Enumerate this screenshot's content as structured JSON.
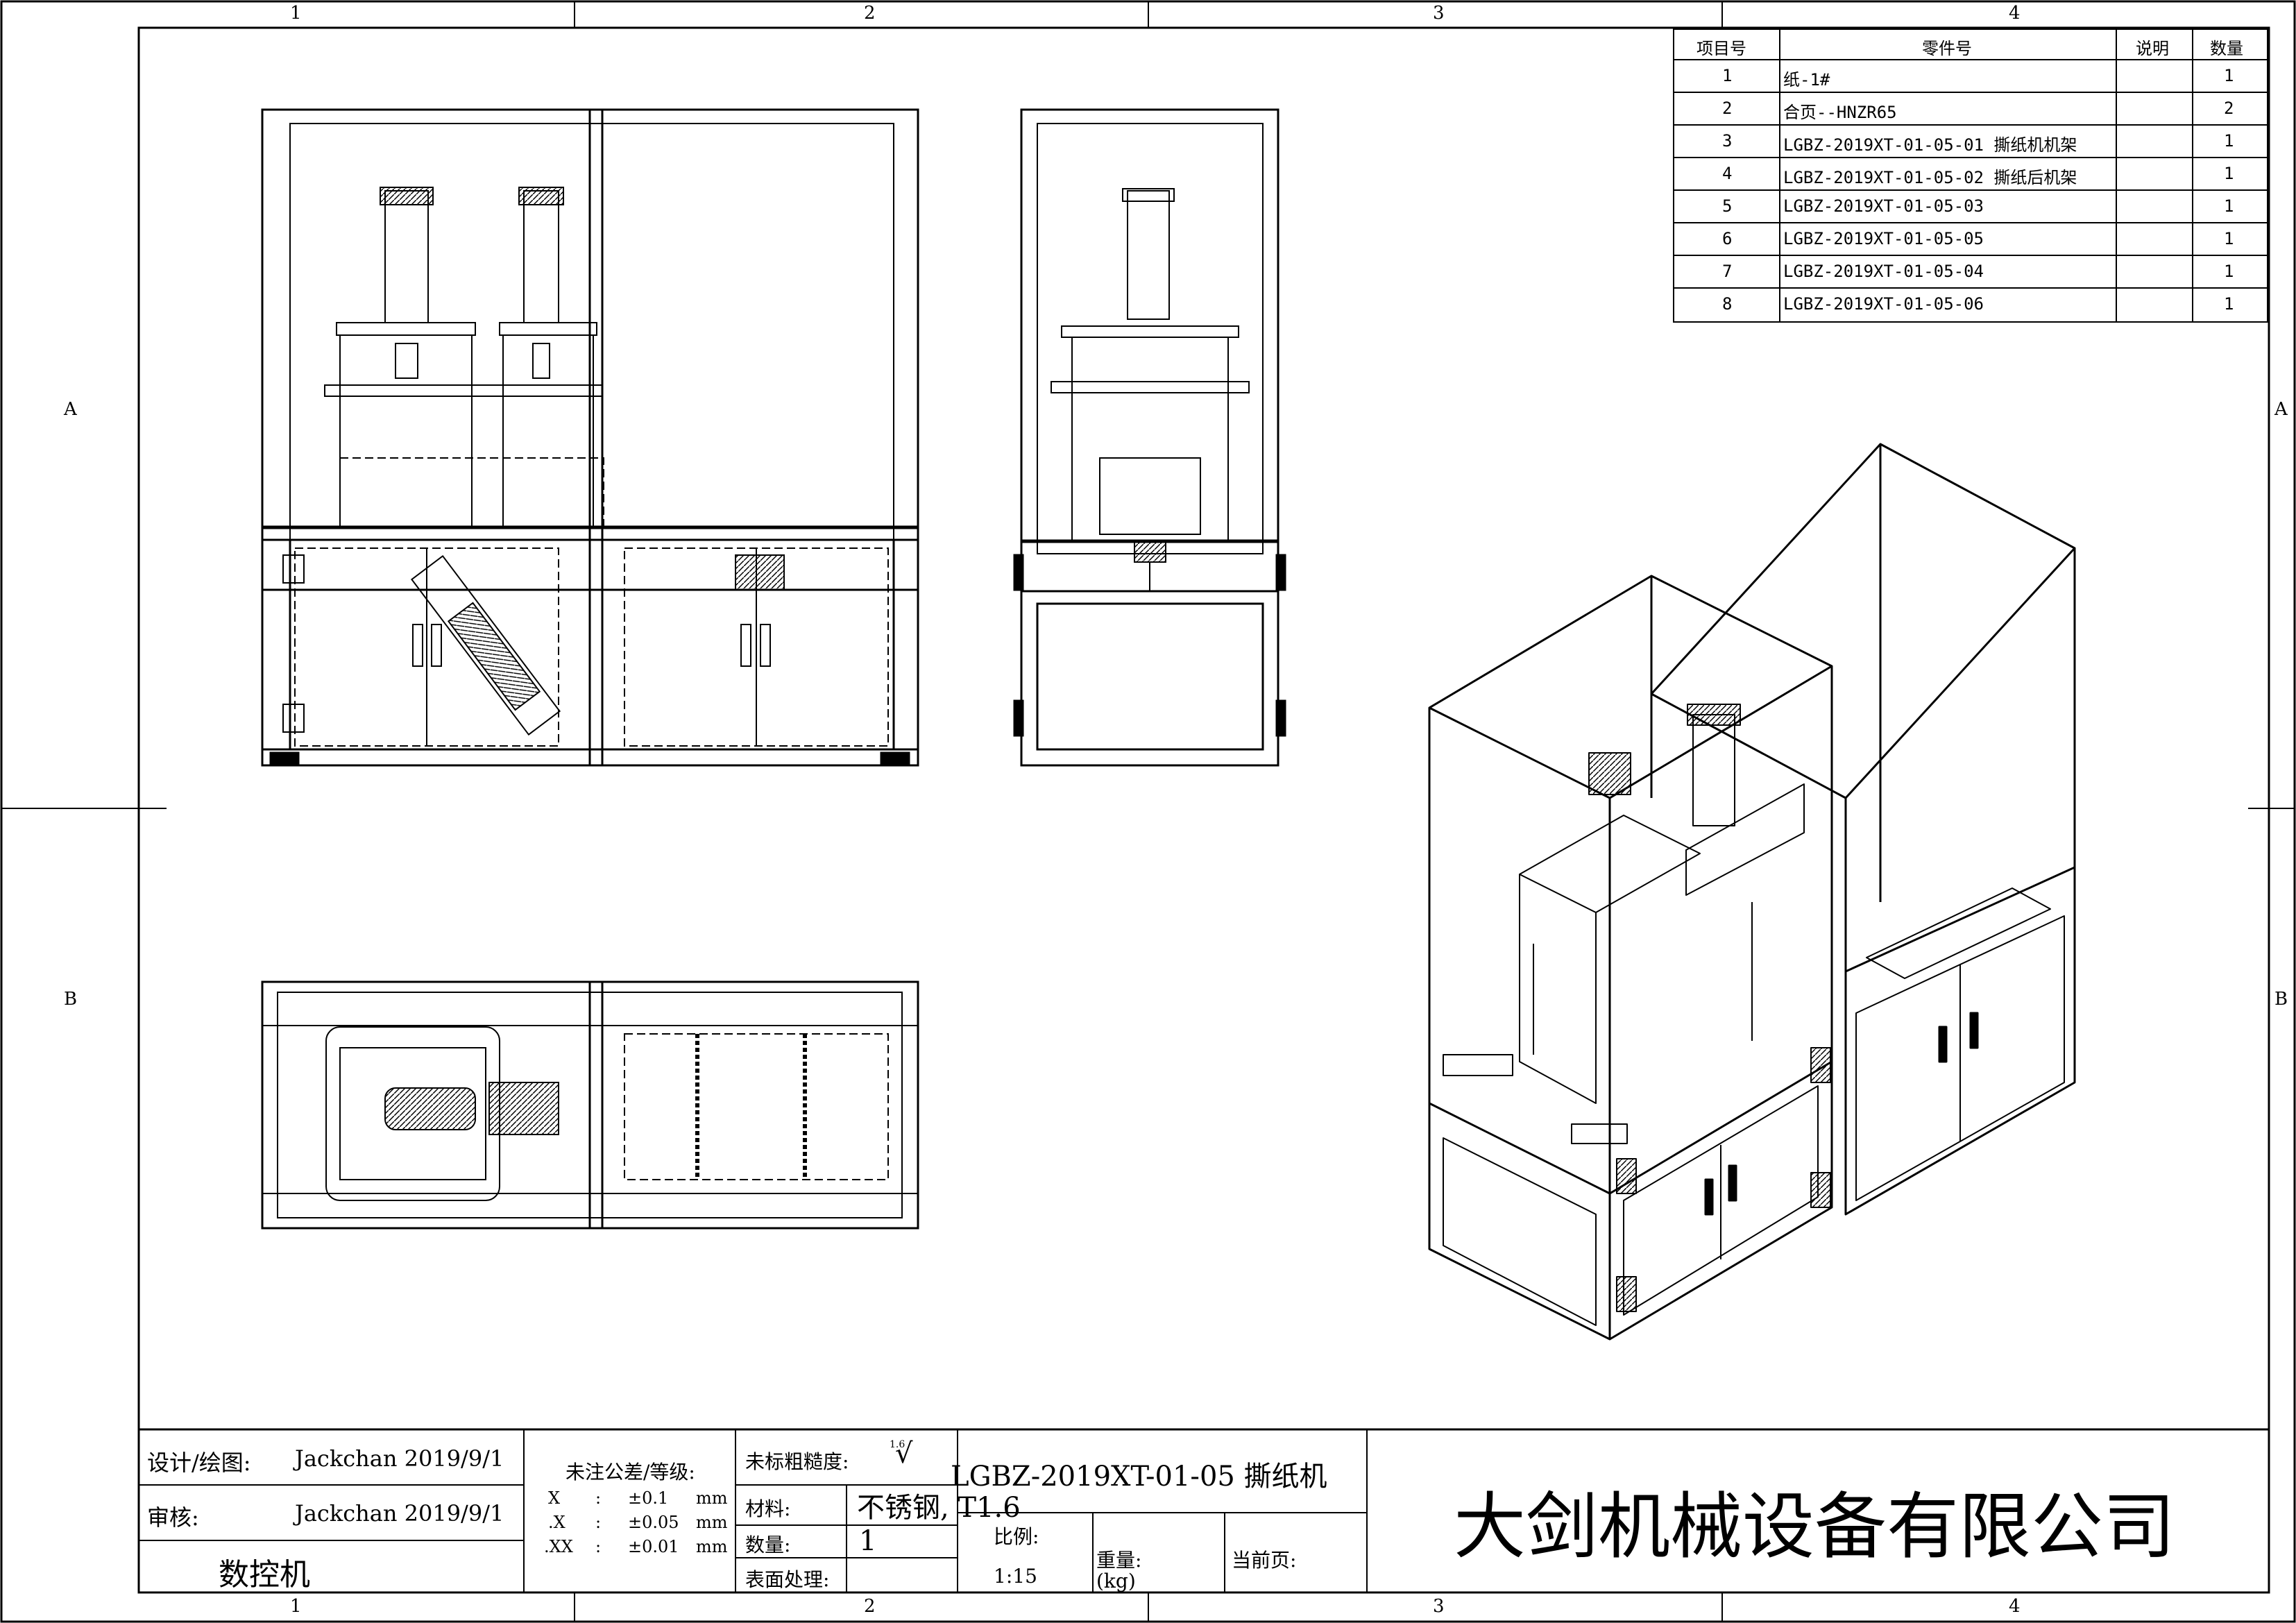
{
  "zones": {
    "columns": [
      "1",
      "2",
      "3",
      "4"
    ],
    "rows": [
      "A",
      "B"
    ]
  },
  "bom": {
    "headers": [
      "项目号",
      "零件号",
      "说明",
      "数量"
    ],
    "rows": [
      {
        "item": "1",
        "part": "纸-1#",
        "desc": "",
        "qty": "1"
      },
      {
        "item": "2",
        "part": "合页--HNZR65",
        "desc": "",
        "qty": "2"
      },
      {
        "item": "3",
        "part": "LGBZ-2019XT-01-05-01 撕纸机机架",
        "desc": "",
        "qty": "1"
      },
      {
        "item": "4",
        "part": "LGBZ-2019XT-01-05-02 撕纸后机架",
        "desc": "",
        "qty": "1"
      },
      {
        "item": "5",
        "part": "LGBZ-2019XT-01-05-03",
        "desc": "",
        "qty": "1"
      },
      {
        "item": "6",
        "part": "LGBZ-2019XT-01-05-05",
        "desc": "",
        "qty": "1"
      },
      {
        "item": "7",
        "part": "LGBZ-2019XT-01-05-04",
        "desc": "",
        "qty": "1"
      },
      {
        "item": "8",
        "part": "LGBZ-2019XT-01-05-06",
        "desc": "",
        "qty": "1"
      }
    ]
  },
  "title_block": {
    "designer_label": "设计/绘图:",
    "designer": "Jackchan 2019/9/1",
    "reviewer_label": "审核:",
    "reviewer": "Jackchan 2019/9/1",
    "category": "数控机",
    "tolerance_label": "未注公差/等级:",
    "tolerances": [
      {
        "place": "X",
        "sep": ":",
        "value": "±0.1",
        "unit": "mm"
      },
      {
        "place": ".X",
        "sep": ":",
        "value": "±0.05",
        "unit": "mm"
      },
      {
        "place": ".XX",
        "sep": ":",
        "value": "±0.01",
        "unit": "mm"
      }
    ],
    "roughness_label": "未标粗糙度:",
    "roughness_symbol": "√",
    "roughness_value": "1.6",
    "material_label": "材料:",
    "material": "不锈钢, T1.6",
    "quantity_label": "数量:",
    "quantity": "1",
    "surface_label": "表面处理:",
    "drawing_number": "LGBZ-2019XT-01-05 撕纸机",
    "scale_label": "比例:",
    "scale": "1:15",
    "weight_label": "重量:",
    "weight_unit": "(kg)",
    "page_label": "当前页:",
    "company": "大剑机械设备有限公司"
  },
  "colors": {
    "line": "#000000",
    "background": "#ffffff"
  }
}
